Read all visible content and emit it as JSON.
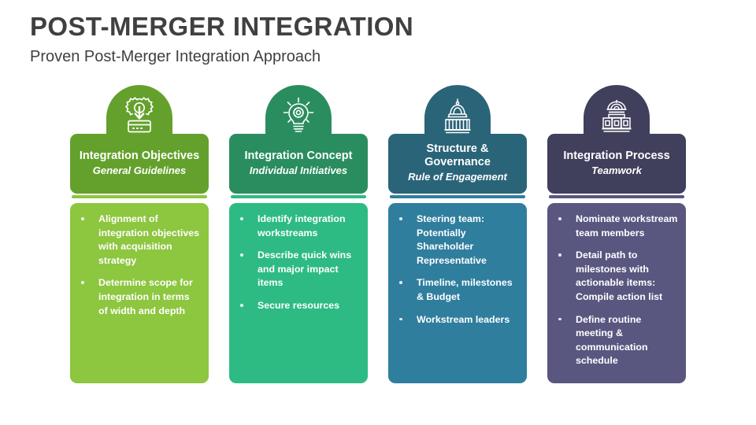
{
  "slide": {
    "title": "POST-MERGER INTEGRATION",
    "subtitle": "Proven Post-Merger Integration Approach",
    "title_color": "#404040",
    "background_color": "#ffffff"
  },
  "columns": [
    {
      "icon": "gear-download-tray-icon",
      "title": "Integration Objectives",
      "subtitle": "General Guidelines",
      "header_color": "#64A12C",
      "body_color": "#8DC63F",
      "bullets": [
        "Alignment of integration objectives with acquisition strategy",
        "Determine scope for integration in terms of width and depth"
      ]
    },
    {
      "icon": "lightbulb-gear-icon",
      "title": "Integration Concept",
      "subtitle": "Individual Initiatives",
      "header_color": "#2A8D5F",
      "body_color": "#2EBB83",
      "bullets": [
        "Identify integration workstreams",
        "Describe quick wins and major impact items",
        "Secure resources"
      ]
    },
    {
      "icon": "capitol-dome-icon",
      "title": "Structure & Governance",
      "subtitle": "Rule of Engagement",
      "header_color": "#2A6478",
      "body_color": "#2F7E9E",
      "bullets": [
        "Steering team: Potentially Shareholder Representative",
        "Timeline, milestones & Budget",
        "Workstream leaders"
      ]
    },
    {
      "icon": "bank-building-icon",
      "title": "Integration Process",
      "subtitle": "Teamwork",
      "header_color": "#403F5C",
      "body_color": "#595780",
      "bullets": [
        "Nominate workstream team members",
        "Detail path to milestones with actionable items: Compile action list",
        "Define routine meeting & communication schedule"
      ]
    }
  ]
}
